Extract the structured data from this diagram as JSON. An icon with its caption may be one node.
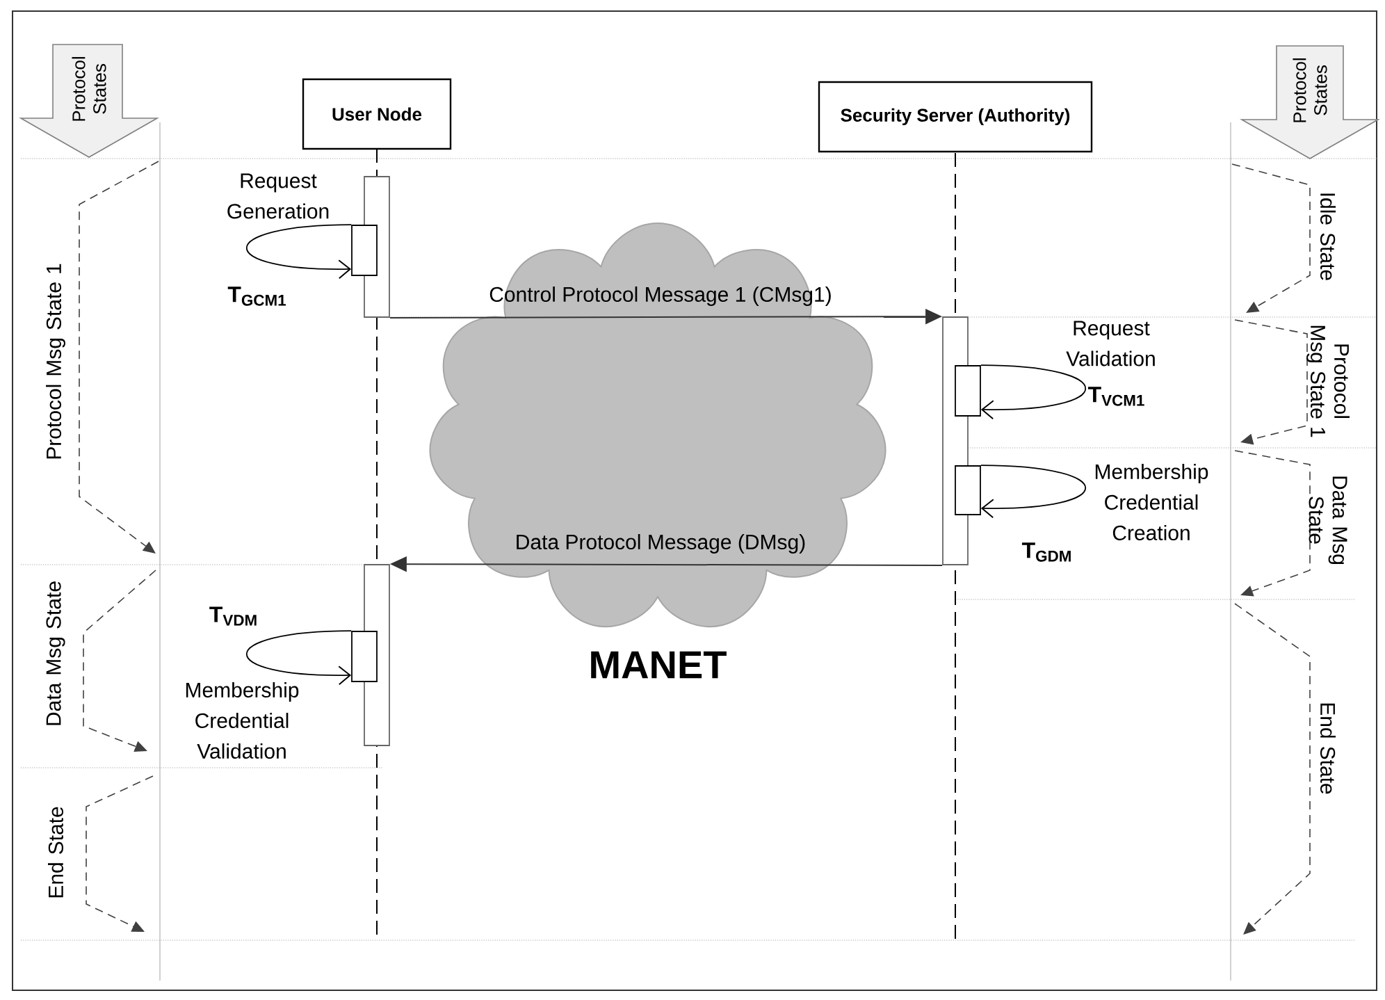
{
  "diagram": {
    "nodes": [
      {
        "text": [
          "User Node"
        ]
      },
      {
        "text": [
          "Security Server (Authority)"
        ]
      },
      {
        "text": [
          "MANET"
        ]
      },
      {
        "text": [
          "Protocol States"
        ]
      },
      {
        "text": [
          "Protocol States"
        ]
      },
      {
        "text": [],
        "shape": "bar"
      },
      {
        "text": [],
        "shape": "bar"
      },
      {
        "text": [],
        "shape": "bar"
      },
      {
        "text": [],
        "shape": "box",
        "beside": [
          "Request Generation",
          "T$_{GCM1}$"
        ]
      },
      {
        "text": [],
        "shape": "box",
        "beside": [
          "Request Validation",
          "T$_{VCM1}$"
        ]
      },
      {
        "text": [],
        "shape": "box",
        "beside": [
          "Membership Credential Creation",
          "T$_{GDM}$"
        ]
      },
      {
        "text": [],
        "shape": "box",
        "beside": [
          "T$_{VDM}$",
          "Membership Credential Validation"
        ]
      }
    ],
    "edges": [
      {
        "from": 5,
        "to": 6,
        "arrow": "to",
        "label": "Control Protocol Message 1 (CMsg1)"
      },
      {
        "from": 6,
        "to": 7,
        "arrow": "to",
        "label": "Data Protocol Message (DMsg)"
      },
      {
        "from": 8,
        "to": 8,
        "arrow": "to"
      },
      {
        "from": 9,
        "to": 9,
        "arrow": "to"
      },
      {
        "from": 10,
        "to": 10,
        "arrow": "to"
      },
      {
        "from": 11,
        "to": 11,
        "arrow": "to"
      }
    ],
    "labels": [
      "Protocol Msg State 1",
      "Data Msg State",
      "End State",
      "Idle State",
      "Protocol Msg State 1",
      "Data Msg State",
      "End State"
    ]
  }
}
